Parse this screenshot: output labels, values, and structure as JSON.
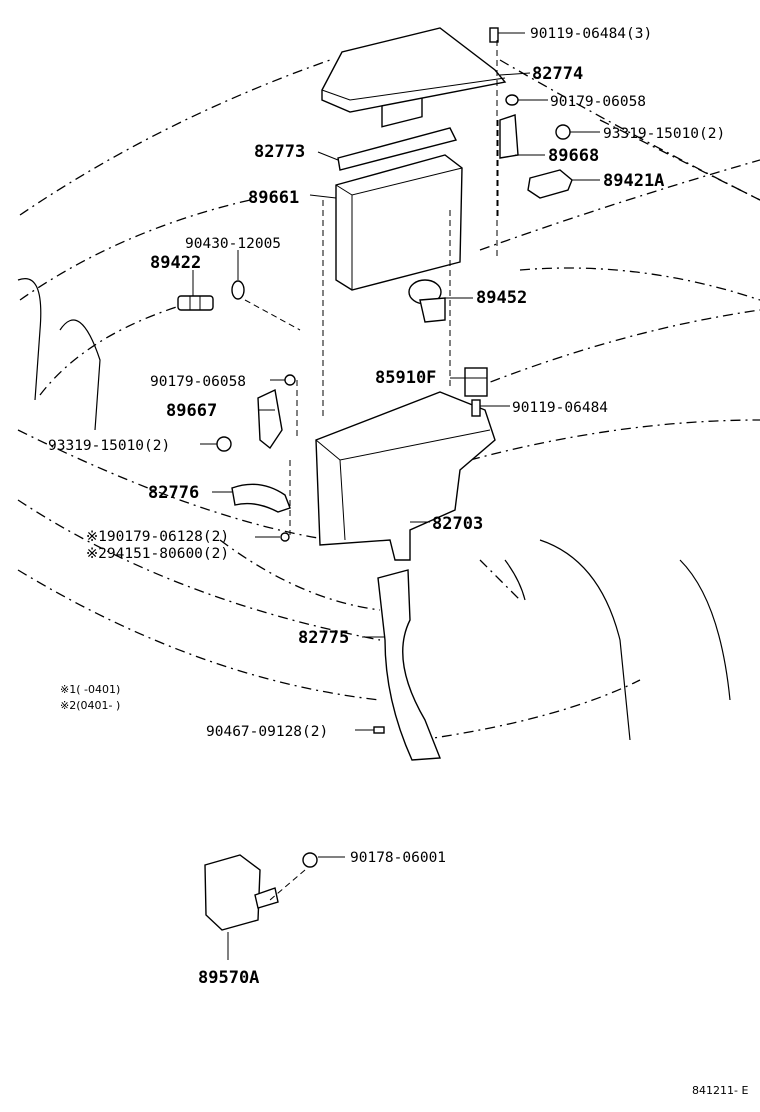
{
  "labels": {
    "p90119_06484_3": "90119-06484(3)",
    "p82774": "82774",
    "p90179_06058_top": "90179-06058",
    "p93319_15010_top": "93319-15010(2)",
    "p82773": "82773",
    "p89668": "89668",
    "p89421A": "89421A",
    "p89661": "89661",
    "p90430_12005": "90430-12005",
    "p89422": "89422",
    "p89452": "89452",
    "p85910F": "85910F",
    "p90179_06058_mid": "90179-06058",
    "p90119_06484": "90119-06484",
    "p89667": "89667",
    "p93319_15010_mid": "93319-15010(2)",
    "p82776": "82776",
    "p82703": "82703",
    "p90179_06128": "※190179-06128(2)",
    "p94151_80600": "※294151-80600(2)",
    "p82775": "82775",
    "note1": "※1(     -0401)",
    "note2": "※2(0401-     )",
    "p90467_09128": "90467-09128(2)",
    "p90178_06001": "90178-06001",
    "p89570A": "89570A",
    "drawing_no": "841211- E"
  }
}
